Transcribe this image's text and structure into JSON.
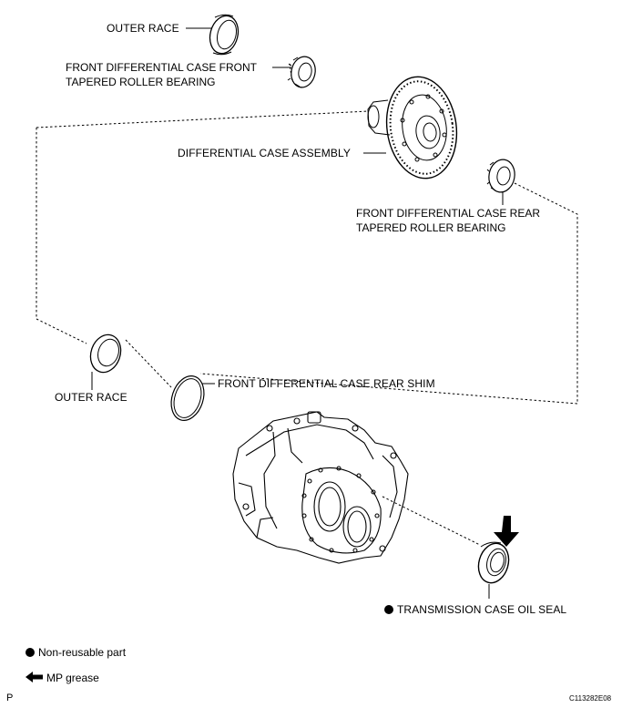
{
  "labels": {
    "outer_race_top": "OUTER RACE",
    "front_bearing_line1": "FRONT DIFFERENTIAL CASE FRONT",
    "front_bearing_line2": "TAPERED ROLLER BEARING",
    "diff_case_assembly": "DIFFERENTIAL CASE ASSEMBLY",
    "rear_bearing_line1": "FRONT DIFFERENTIAL CASE REAR",
    "rear_bearing_line2": "TAPERED ROLLER BEARING",
    "outer_race_left": "OUTER RACE",
    "rear_shim": "FRONT DIFFERENTIAL CASE REAR SHIM",
    "oil_seal": "TRANSMISSION CASE OIL SEAL"
  },
  "legend": {
    "non_reusable": "Non-reusable part",
    "mp_grease": "MP grease"
  },
  "footer": {
    "left_mark": "P",
    "figure_code": "C113282E08"
  },
  "icons": {
    "non_reusable_symbol": "filled-circle-icon",
    "grease_symbol": "left-arrow-icon"
  }
}
